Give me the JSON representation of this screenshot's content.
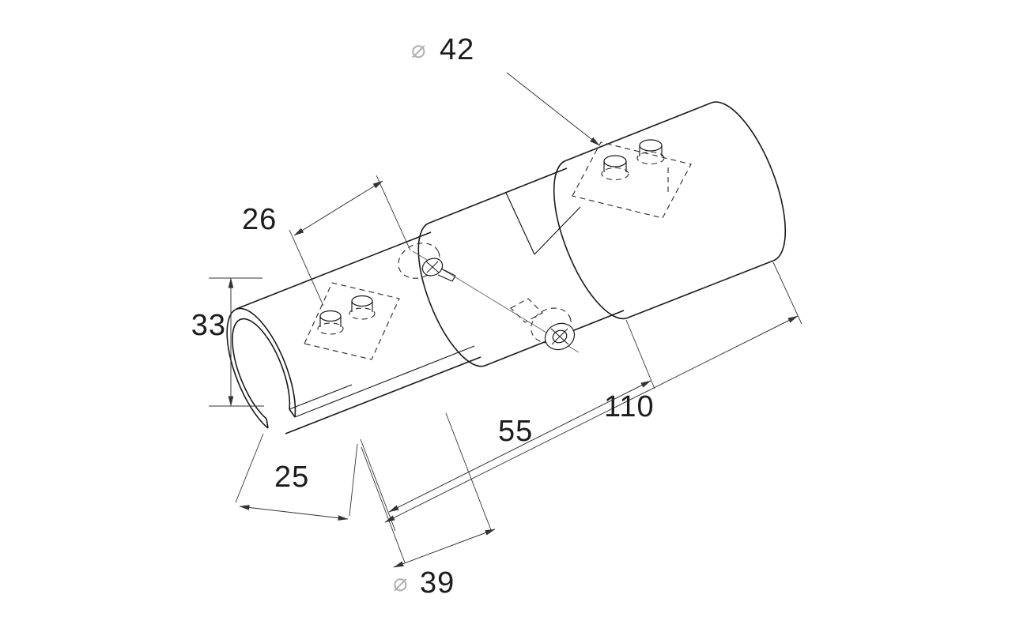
{
  "drawing": {
    "title": "tube-connector-isometric-drawing",
    "colors": {
      "background": "#ffffff",
      "part_line": "#1a1a1a",
      "hidden_line": "#2a2a2a",
      "dimension_line": "#333333",
      "diameter_symbol": "#b3b3b3",
      "text": "#1c1c1c"
    },
    "dimensions": {
      "dia42": {
        "symbol": "⌀",
        "value": "42"
      },
      "dim26": {
        "value": "26"
      },
      "dim33": {
        "value": "33"
      },
      "dim25": {
        "value": "25"
      },
      "dia39": {
        "symbol": "⌀",
        "value": "39"
      },
      "dim55": {
        "value": "55"
      },
      "dim110": {
        "value": "110"
      }
    }
  }
}
